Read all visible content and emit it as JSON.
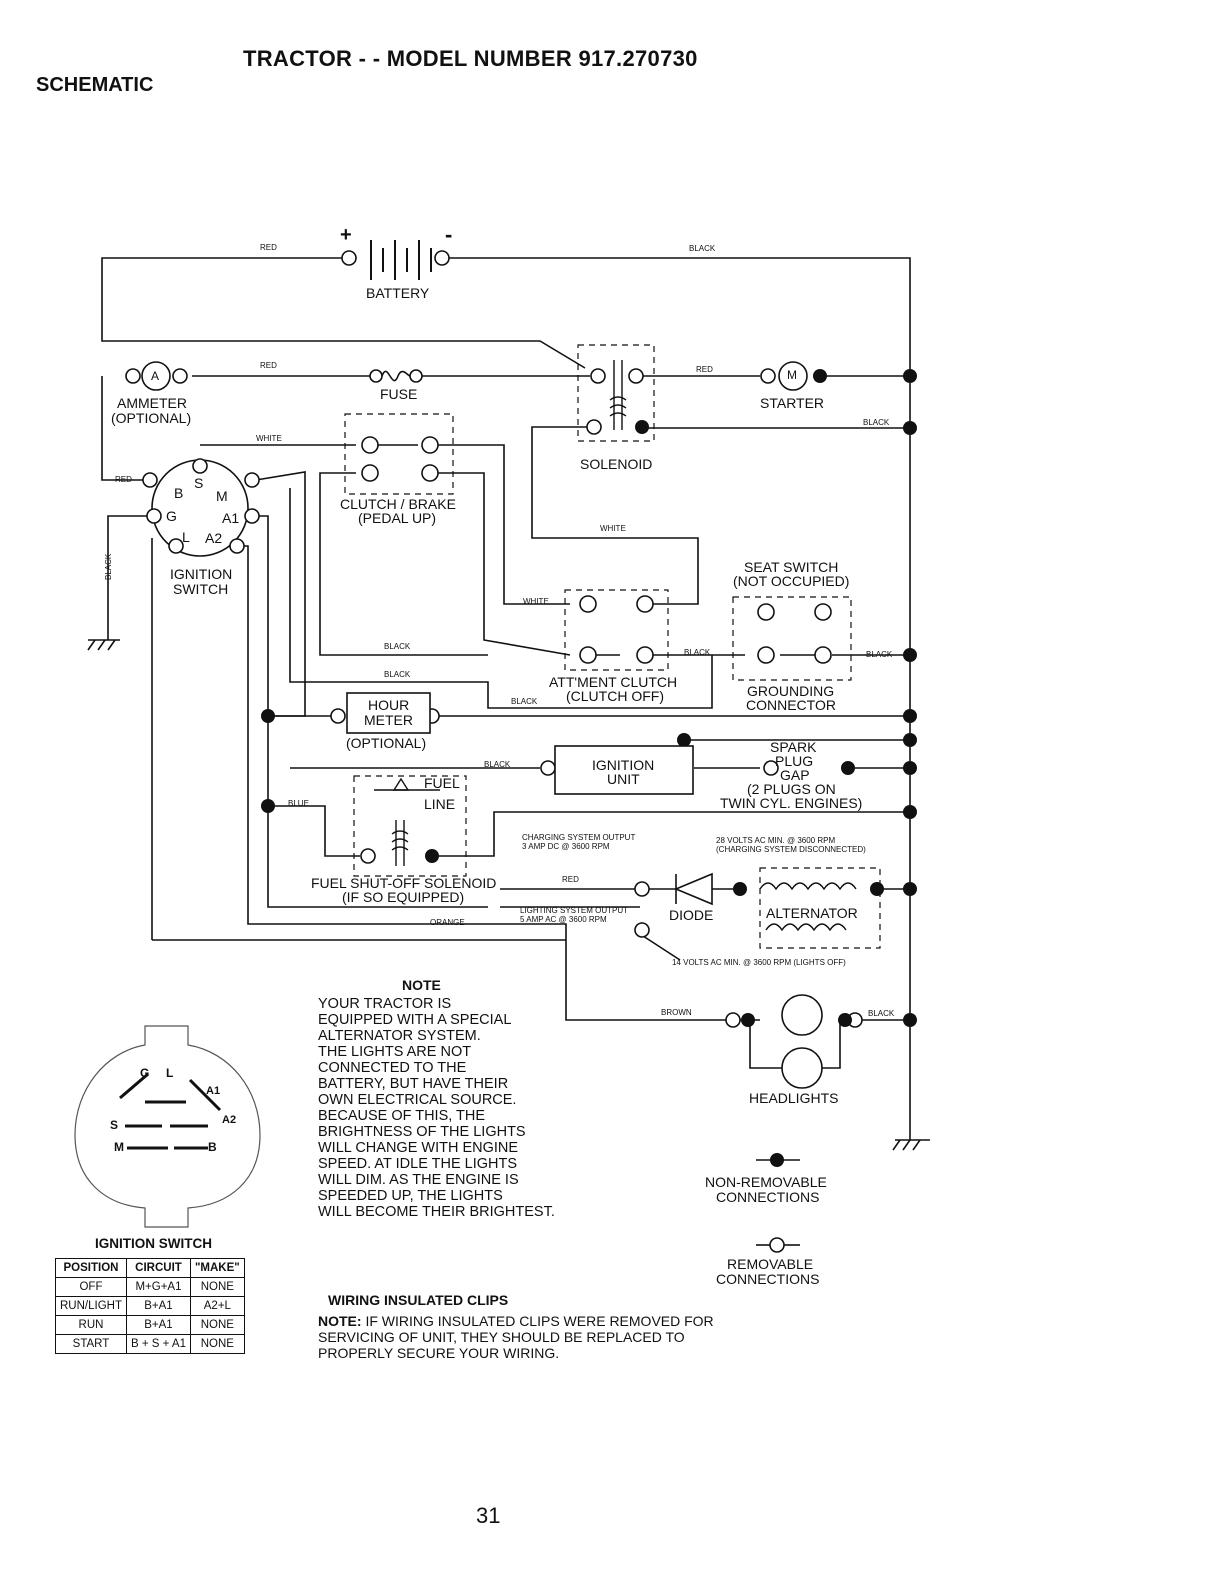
{
  "header": {
    "section": "SCHEMATIC",
    "title": "TRACTOR - - MODEL NUMBER 917.270730"
  },
  "components": {
    "battery": "BATTERY",
    "ammeter": "AMMETER",
    "ammeter_opt": "(OPTIONAL)",
    "ammeter_symbol": "A",
    "fuse": "FUSE",
    "starter": "STARTER",
    "starter_symbol": "M",
    "solenoid": "SOLENOID",
    "clutch_brake": "CLUTCH / BRAKE",
    "clutch_brake_state": "(PEDAL UP)",
    "ignition_switch_1": "IGNITION",
    "ignition_switch_2": "SWITCH",
    "seat_switch": "SEAT SWITCH",
    "seat_switch_state": "(NOT OCCUPIED)",
    "attment_clutch": "ATT'MENT CLUTCH",
    "attment_clutch_state": "(CLUTCH OFF)",
    "grounding_1": "GROUNDING",
    "grounding_2": "CONNECTOR",
    "hour_meter_1": "HOUR",
    "hour_meter_2": "METER",
    "hour_meter_opt": "(OPTIONAL)",
    "ignition_unit_1": "IGNITION",
    "ignition_unit_2": "UNIT",
    "spark_1": "SPARK",
    "spark_2": "PLUG",
    "spark_3": "GAP",
    "spark_4": "(2 PLUGS ON",
    "spark_5": "TWIN CYL. ENGINES)",
    "fuel_line_1": "FUEL",
    "fuel_line_2": "LINE",
    "fuel_solenoid": "FUEL SHUT-OFF SOLENOID",
    "fuel_solenoid_opt": "(IF SO EQUIPPED)",
    "diode": "DIODE",
    "alternator": "ALTERNATOR",
    "headlights": "HEADLIGHTS",
    "charge_out_1": "CHARGING SYSTEM OUTPUT",
    "charge_out_2": "3 AMP DC @ 3600 RPM",
    "volts28_1": "28 VOLTS AC MIN. @ 3600 RPM",
    "volts28_2": "(CHARGING SYSTEM DISCONNECTED)",
    "light_out_1": "LIGHTING SYSTEM OUTPUT",
    "light_out_2": "5 AMP AC @ 3600 RPM",
    "volts14": "14 VOLTS AC MIN. @ 3600 RPM (LIGHTS OFF)"
  },
  "terminals": {
    "b": "B",
    "s": "S",
    "m": "M",
    "g": "G",
    "a1": "A1",
    "l": "L",
    "a2": "A2",
    "plus": "+",
    "minus": "-"
  },
  "wires": {
    "red": "RED",
    "black": "BLACK",
    "white": "WHITE",
    "blue": "BLUE",
    "orange": "ORANGE",
    "brown": "BROWN"
  },
  "note": {
    "title": "NOTE",
    "lines": [
      "YOUR TRACTOR IS",
      "EQUIPPED WITH A SPECIAL",
      "ALTERNATOR SYSTEM.",
      "THE LIGHTS ARE NOT",
      "CONNECTED TO THE",
      "BATTERY, BUT HAVE THEIR",
      "OWN ELECTRICAL SOURCE.",
      "BECAUSE OF THIS, THE",
      "BRIGHTNESS OF THE LIGHTS",
      "WILL CHANGE WITH ENGINE",
      "SPEED.  AT IDLE THE LIGHTS",
      "WILL DIM.  AS THE ENGINE IS",
      "SPEEDED UP, THE LIGHTS",
      "WILL BECOME THEIR BRIGHTEST."
    ]
  },
  "legend": {
    "non_removable_1": "NON-REMOVABLE",
    "non_removable_2": "CONNECTIONS",
    "removable_1": "REMOVABLE",
    "removable_2": "CONNECTIONS"
  },
  "clips": {
    "title": "WIRING INSULATED CLIPS",
    "note_label": "NOTE:",
    "note_lines": [
      " IF WIRING INSULATED CLIPS WERE REMOVED FOR",
      "SERVICING OF UNIT, THEY SHOULD BE REPLACED TO",
      "PROPERLY SECURE YOUR WIRING."
    ]
  },
  "ignition_switch_detail": {
    "title": "IGNITION SWITCH",
    "pins": {
      "g": "G",
      "l": "L",
      "a1": "A1",
      "s": "S",
      "a2": "A2",
      "m": "M",
      "b": "B"
    },
    "table": {
      "headers": [
        "POSITION",
        "CIRCUIT",
        "\"MAKE\""
      ],
      "rows": [
        [
          "OFF",
          "M+G+A1",
          "NONE"
        ],
        [
          "RUN/LIGHT",
          "B+A1",
          "A2+L"
        ],
        [
          "RUN",
          "B+A1",
          "NONE"
        ],
        [
          "START",
          "B + S + A1",
          "NONE"
        ]
      ]
    }
  },
  "page_number": "31"
}
